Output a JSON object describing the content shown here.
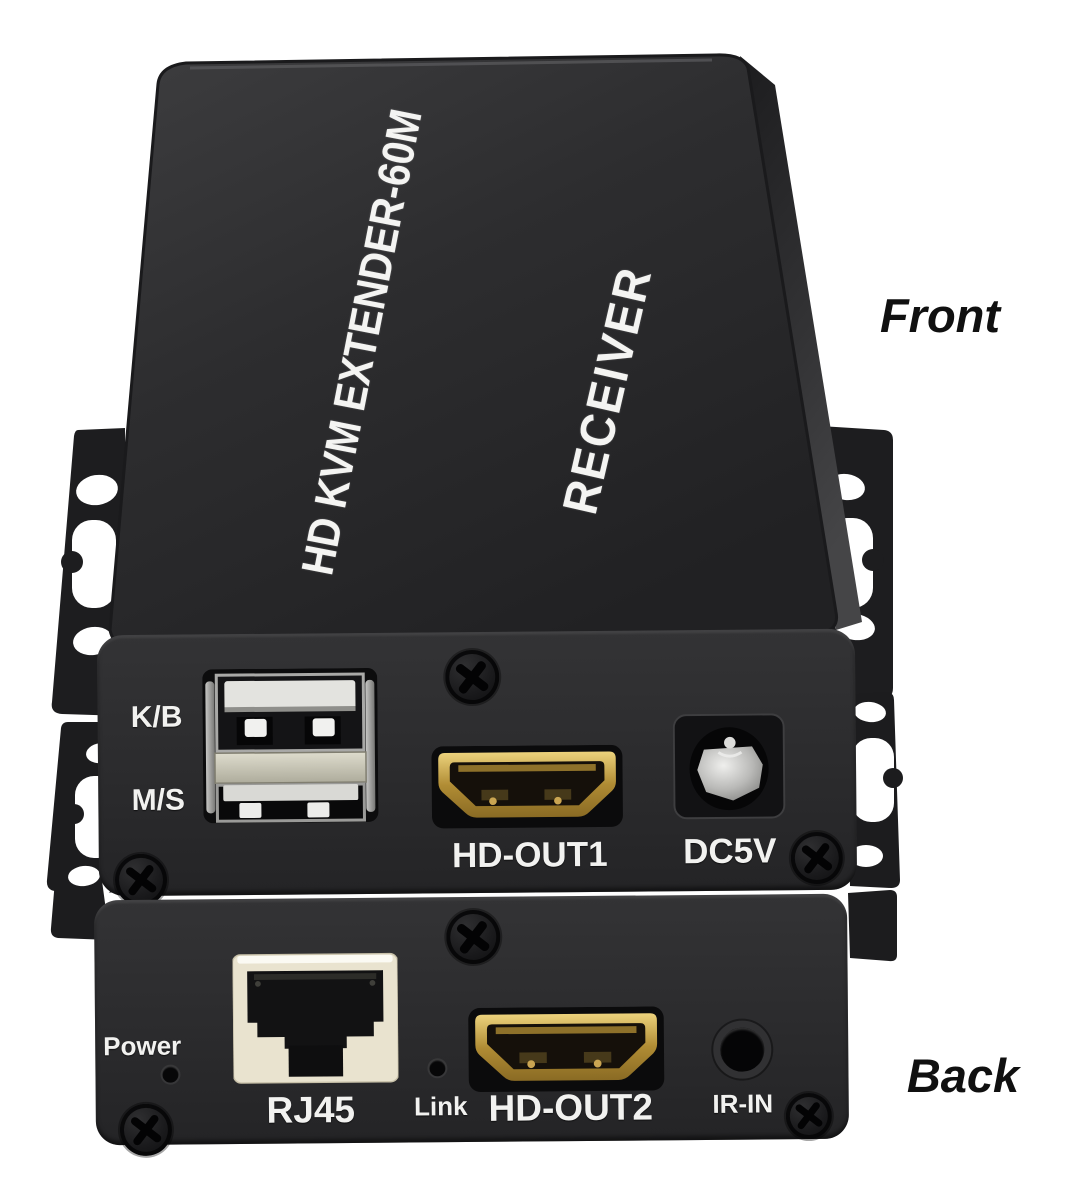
{
  "device": {
    "top_face": {
      "model_text": "HD KVM EXTENDER-60M",
      "role_text": "RECEIVER"
    },
    "view_labels": {
      "front": "Front",
      "back": "Back"
    },
    "front_panel": {
      "kb_label": "K/B",
      "ms_label": "M/S",
      "hdmi_label": "HD-OUT1",
      "dc_label": "DC5V"
    },
    "back_panel": {
      "power_label": "Power",
      "rj45_label": "RJ45",
      "link_label": "Link",
      "hdmi_label": "HD-OUT2",
      "ir_label": "IR-IN"
    }
  },
  "colors": {
    "background": "#ffffff",
    "chassis_dark": "#2c2c2e",
    "label_text": "#f2f2f0",
    "annotation_text": "#101010",
    "hdmi_gold": "#c1a14e",
    "rj45_beige": "#e9e3cf",
    "usb_metal": "#c9c9c5"
  }
}
